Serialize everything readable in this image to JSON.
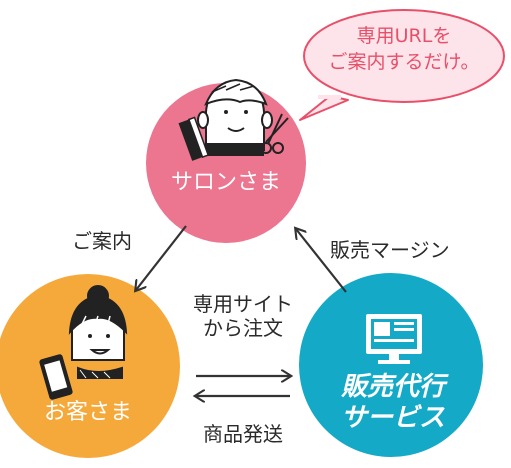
{
  "colors": {
    "salon": "#ec7590",
    "customer": "#f6a93b",
    "service": "#14a9c6",
    "bubble_fill": "#fde4ea",
    "bubble_stroke": "#e8506a",
    "arrow": "#333333"
  },
  "bubble": {
    "line1": "専用URLを",
    "line2": "ご案内するだけ。"
  },
  "nodes": {
    "salon": {
      "label": "サロンさま",
      "icons": [
        "hairdresser-face-icon",
        "comb-icon",
        "scissors-icon"
      ]
    },
    "customer": {
      "label": "お客さま",
      "icons": [
        "woman-face-icon",
        "smartphone-icon"
      ]
    },
    "service": {
      "line1": "販売代行",
      "line2": "サービス",
      "icons": [
        "monitor-icon"
      ]
    }
  },
  "edges": {
    "salon_to_customer": "ご案内",
    "service_to_salon": "販売マージン",
    "customer_to_service_line1": "専用サイト",
    "customer_to_service_line2": "から注文",
    "service_to_customer": "商品発送"
  }
}
